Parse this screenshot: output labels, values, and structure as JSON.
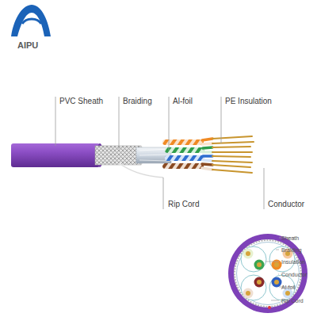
{
  "diagram": {
    "labels": [
      "AIPU",
      "PVC Sheath",
      "Braiding",
      "Al-foil",
      "PE Insulation",
      "Rip Cord",
      "Conductor",
      "Sheath",
      "Braiding",
      "Insulation",
      "Conductor",
      "Al-foil",
      "Rip Cord"
    ]
  }
}
